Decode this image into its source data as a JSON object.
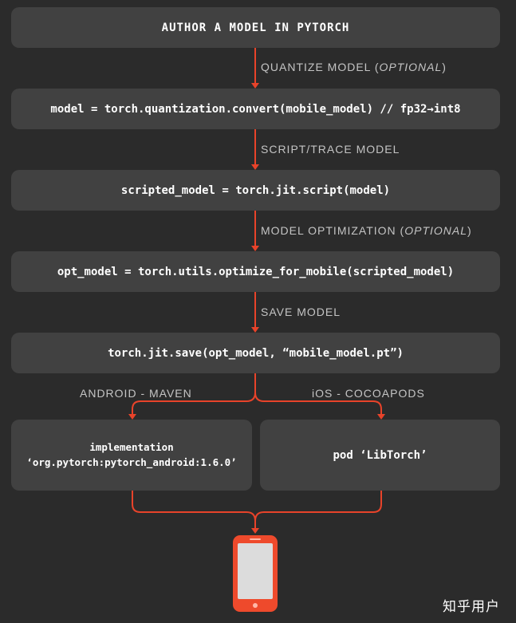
{
  "steps": {
    "author": "AUTHOR A MODEL IN PYTORCH",
    "quantize_code": "model = torch.quantization.convert(mobile_model) // fp32→int8",
    "script_code": "scripted_model = torch.jit.script(model)",
    "optimize_code": "opt_model = torch.utils.optimize_for_mobile(scripted_model)",
    "save_code": "torch.jit.save(opt_model, “mobile_model.pt”)"
  },
  "labels": {
    "quantize": "QUANTIZE MODEL (",
    "quantize_optional": "OPTIONAL",
    "quantize_close": ")",
    "script": "SCRIPT/TRACE MODEL",
    "optimization": "MODEL OPTIMIZATION  (",
    "optimization_optional": "OPTIONAL",
    "optimization_close": ")",
    "save": "SAVE MODEL",
    "android": "ANDROID - MAVEN",
    "ios": "iOS - COCOAPODS"
  },
  "platforms": {
    "android_line1": "implementation",
    "android_line2": "‘org.pytorch:pytorch_android:1.6.0’",
    "ios": "pod ‘LibTorch’"
  },
  "watermark": "知乎用户",
  "colors": {
    "background": "#2b2b2b",
    "box": "#414141",
    "arrow": "#e8432a",
    "label": "#c4c4c4",
    "phone_body": "#ee4a2c",
    "phone_screen": "#dcdcdc"
  },
  "icons": {
    "device": "mobile-phone-icon"
  }
}
